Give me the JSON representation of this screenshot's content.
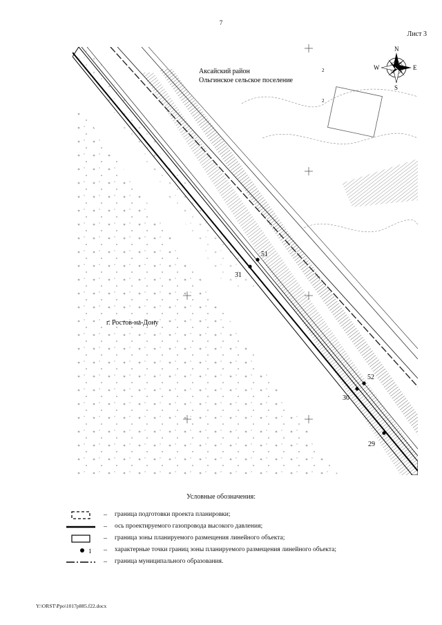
{
  "page": {
    "number": "7",
    "sheet_label": "Лист 3"
  },
  "map": {
    "district": "Аксайский район",
    "settlement": "Ольгинское сельское поселение",
    "city": "г. Ростов-на-Дону",
    "compass": {
      "n": "N",
      "s": "S",
      "e": "E",
      "w": "W"
    },
    "points": [
      {
        "label": "51"
      },
      {
        "label": "31"
      },
      {
        "label": "52"
      },
      {
        "label": "30"
      },
      {
        "label": "29"
      }
    ],
    "small_labels": {
      "a": "2",
      "b": "2"
    }
  },
  "legend": {
    "title": "Условные обозначения:",
    "dash": "–",
    "items": [
      {
        "symbol": "dashed-rect-icon",
        "text": "граница подготовки проекта планировки;"
      },
      {
        "symbol": "thick-line-icon",
        "text": "ось проектируемого газопровода высокого давления;"
      },
      {
        "symbol": "rect-icon",
        "text": "граница зоны планируемого размещения линейного объекта;"
      },
      {
        "symbol": "point-icon",
        "number": "1",
        "text": "характерные точки границ зоны планируемого размещения линейного объекта;"
      },
      {
        "symbol": "dash-dot-line-icon",
        "text": "граница муниципального образования."
      }
    ]
  },
  "footer": {
    "file": "Y:\\ORST\\Ppo\\1017p885.f22.docx"
  }
}
